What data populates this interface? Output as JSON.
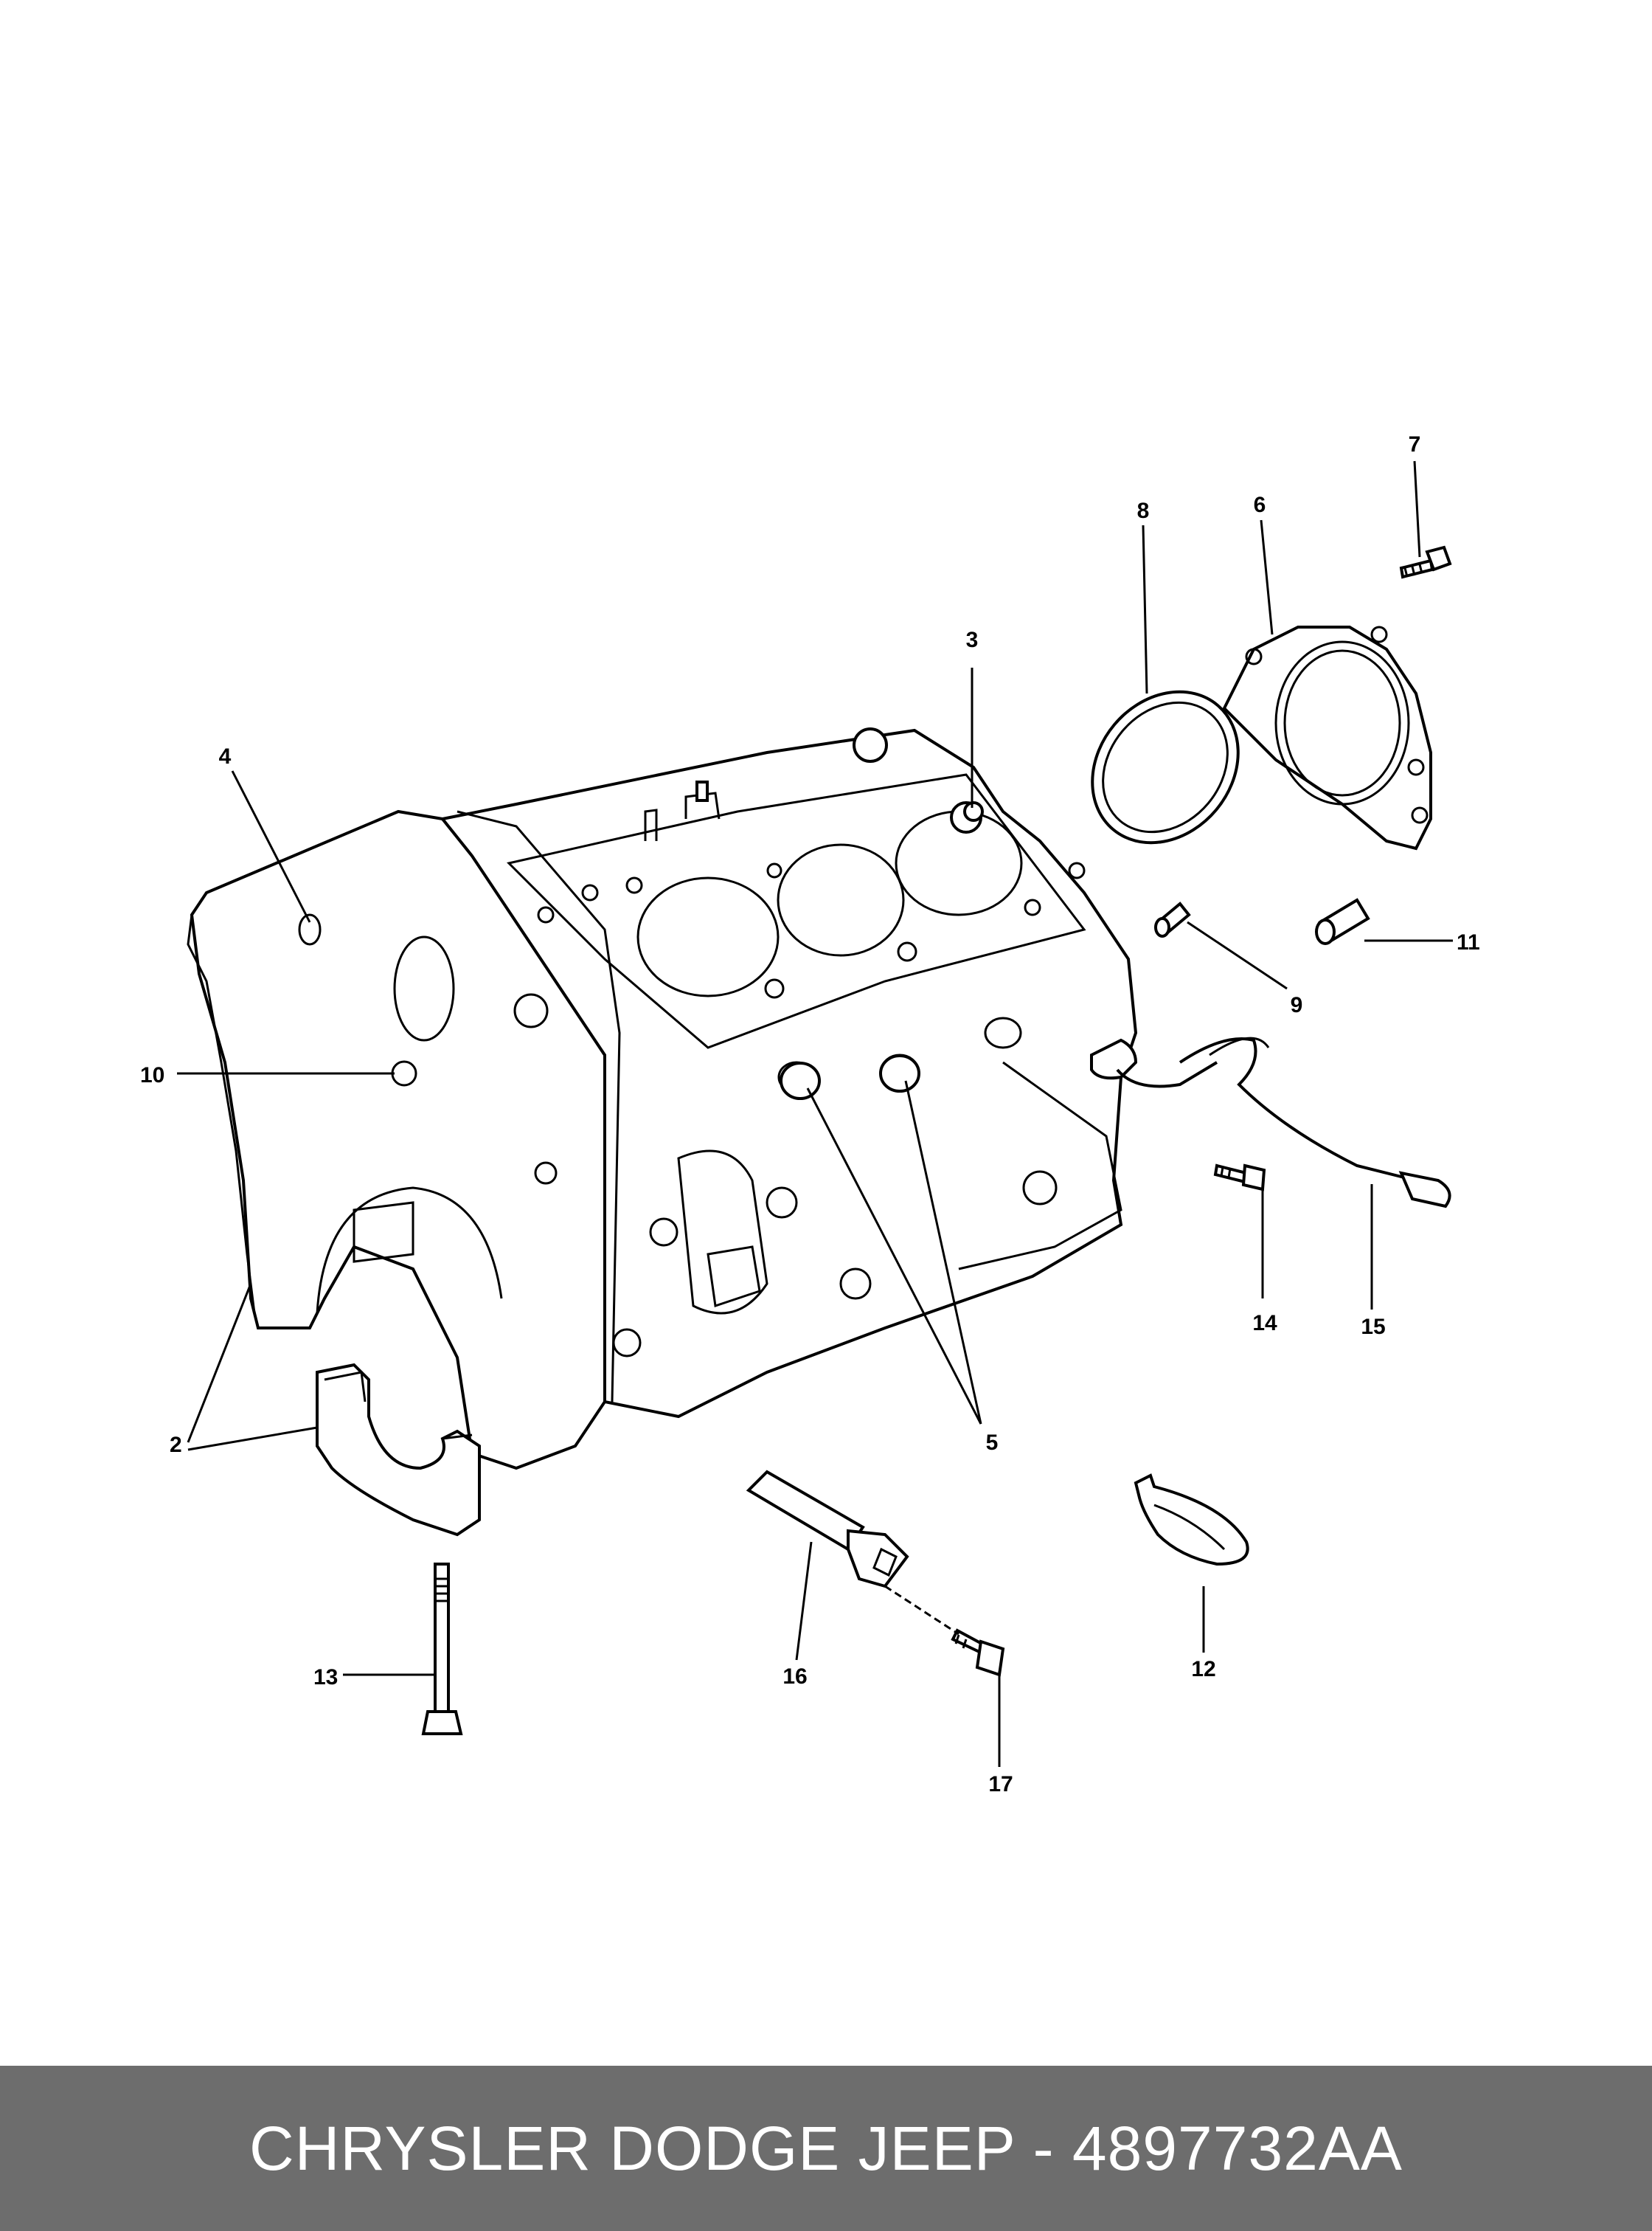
{
  "callouts": {
    "c1": "2",
    "c2": "3",
    "c3": "4",
    "c4": "5",
    "c5": "6",
    "c6": "7",
    "c7": "8",
    "c8": "9",
    "c9": "10",
    "c10": "11",
    "c11": "12",
    "c12": "13",
    "c13": "14",
    "c14": "15",
    "c15": "16",
    "c16": "17"
  },
  "footer": {
    "text": "CHRYSLER DODGE JEEP - 4897732AA"
  }
}
